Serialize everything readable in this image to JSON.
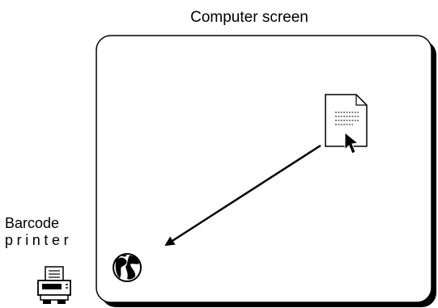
{
  "screen": {
    "title": "Computer screen"
  },
  "printer": {
    "label_line1": "Barcode",
    "label_line2": "printer"
  },
  "icons": {
    "document": "document-icon",
    "cursor": "mouse-pointer-icon",
    "globe": "globe-icon",
    "printer": "printer-icon"
  },
  "arrow": {
    "from": "document-icon",
    "to": "globe-icon"
  }
}
